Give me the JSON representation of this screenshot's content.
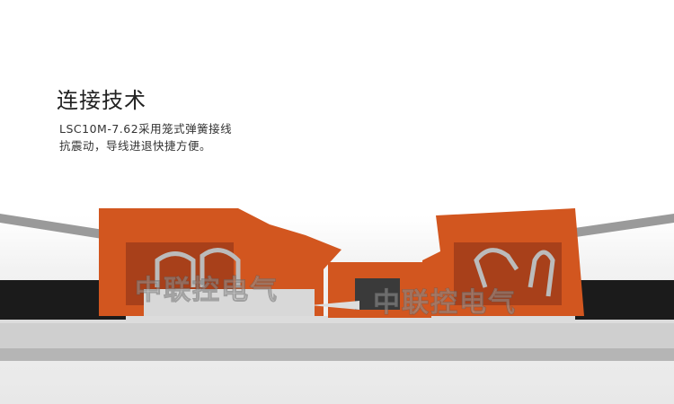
{
  "heading": "连接技术",
  "description": {
    "line1": "LSC10M-7.62采用笼式弹簧接线",
    "line2": "抗震动，导线进退快捷方便。"
  },
  "watermark": "中联控电气",
  "colors": {
    "housing": "#d2561f",
    "housing_dark": "#a8401a",
    "rail": "#c9c9c9",
    "copper": "#c97a3d"
  }
}
